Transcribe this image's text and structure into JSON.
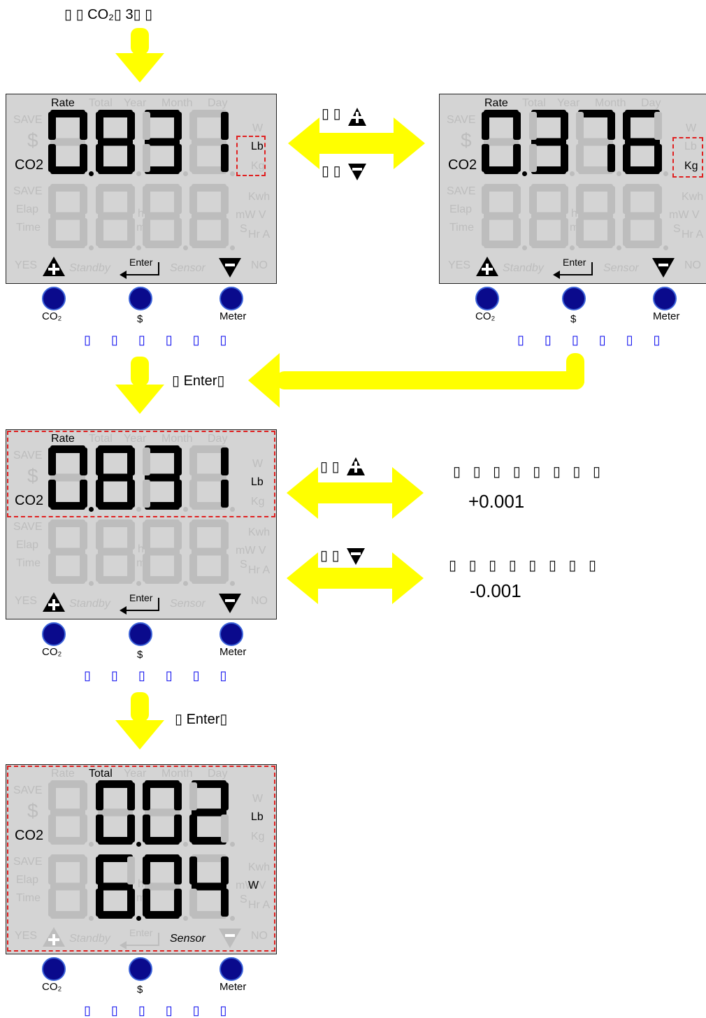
{
  "top_caption": "▯ ▯  CO₂▯  3▯ ▯",
  "arrows": {
    "up_caption": "▯  ▯",
    "down_caption": "▯  ▯",
    "enter_caption": "▯ Enter▯",
    "enter_caption2": "▯ Enter▯",
    "inc_caption": "▯  ▯",
    "dec_caption": "▯  ▯"
  },
  "notes": {
    "inc_text": "▯ ▯ ▯ ▯ ▯ ▯ ▯ ▯",
    "inc_value": "+0.001",
    "dec_text": "▯ ▯ ▯ ▯ ▯ ▯ ▯ ▯",
    "dec_value": "-0.001"
  },
  "blue_caption": "▯ ▯ ▯ ▯ ▯ ▯",
  "lcd_labels": {
    "rate": "Rate",
    "total": "Total",
    "year": "Year",
    "month": "Month",
    "day": "Day",
    "save": "SAVE",
    "dollar": "$",
    "co2": "CO2",
    "w": "W",
    "lb": "Lb",
    "kg": "Kg",
    "elap": "Elap",
    "time": "Time",
    "kwh": "Kwh",
    "mw": "mW V",
    "hr": "Hr A",
    "s": "S",
    "h": "h",
    "m": "m",
    "yes": "YES",
    "standby": "Standby",
    "enter": "Enter",
    "sensor": "Sensor",
    "no": "NO"
  },
  "buttons": {
    "co2": "CO₂",
    "dollar": "$",
    "meter": "Meter"
  },
  "panels": [
    {
      "digits": "0.831",
      "unit": "Lb",
      "mode": "Rate"
    },
    {
      "digits": "0.376",
      "unit": "Kg",
      "mode": "Rate"
    },
    {
      "digits": "0.831",
      "unit": "Lb",
      "mode": "Rate"
    },
    {
      "digits": "0.02",
      "second_row": "6.04",
      "unit": "Lb",
      "unit2": "W",
      "mode": "Total"
    }
  ],
  "colors": {
    "arrow": "#ffff00",
    "lcd_bg": "#d4d4d4",
    "segment_off": "#bdbdbd",
    "highlight": "#e02020",
    "button": "#0a0a8c"
  }
}
